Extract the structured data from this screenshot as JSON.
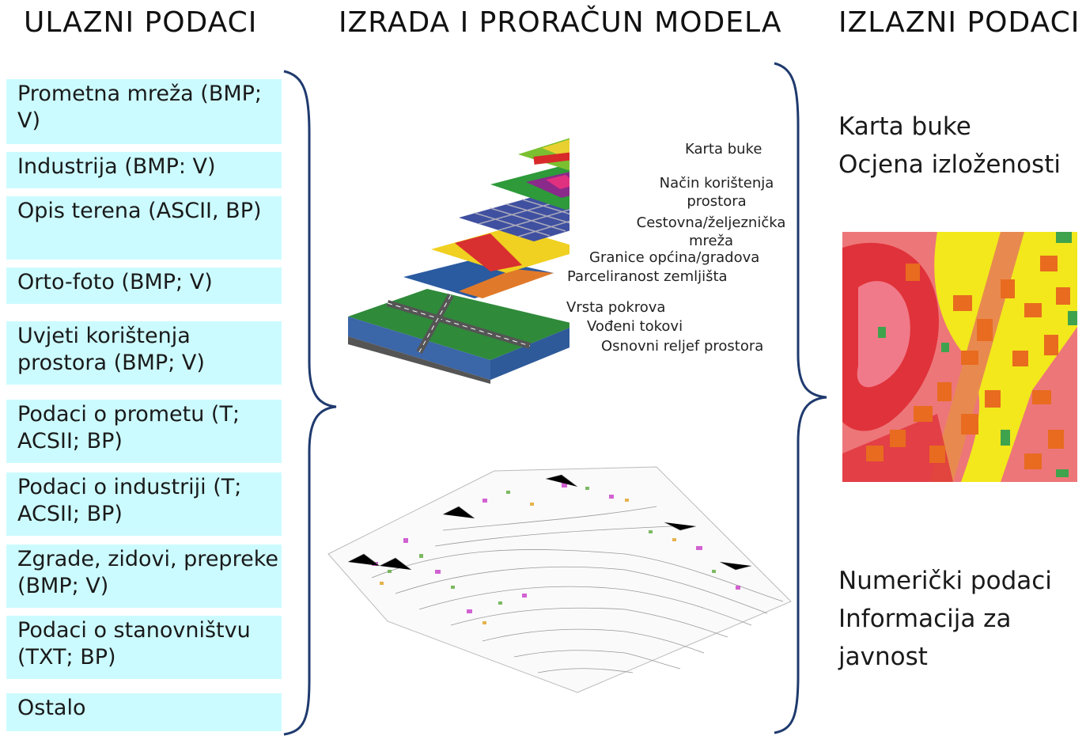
{
  "headers": {
    "input": "ULAZNI PODACI",
    "model": "IZRADA I PRORAČUN MODELA",
    "output": "IZLAZNI PODACI"
  },
  "input_items": [
    "Prometna mreža (BMP; V)",
    "Industrija (BMP: V)",
    "Opis terena (ASCII, BP)",
    "Orto-foto (BMP; V)",
    "Uvjeti korištenja prostora (BMP; V)",
    "Podaci o prometu (T; ACSII; BP)",
    "Podaci o industriji (T; ACSII; BP)",
    "Zgrade, zidovi, prepreke (BMP; V)",
    "Podaci o stanovništvu (TXT; BP)",
    "Ostalo"
  ],
  "layer_labels": [
    "Karta buke",
    "Način korištenja prostora",
    "Cestovna/željeznička mreža",
    "Granice općina/gradova",
    "Parceliranost zemljišta",
    "Vrsta pokrova",
    "Vođeni tokovi",
    "Osnovni reljef prostora"
  ],
  "output_top": [
    "Karta buke",
    "Ocjena izloženosti"
  ],
  "output_bottom": [
    "Numerički podaci",
    "Informacija za",
    "javnost"
  ],
  "colors": {
    "box_fill": "#ccfbff",
    "brace": "#1f3a6e",
    "noise_red": "#e0323a",
    "noise_orange": "#e86b1f",
    "noise_yellow": "#f2e81c",
    "noise_pink": "#f07a8a",
    "noise_green": "#3fa34d"
  }
}
